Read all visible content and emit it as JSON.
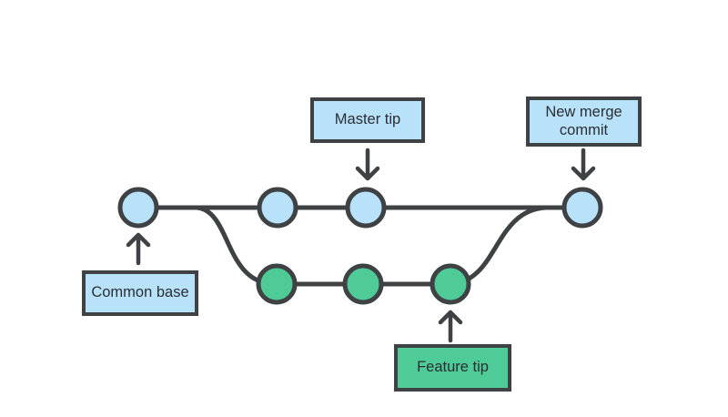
{
  "labels": {
    "master_tip": "Master tip",
    "new_merge_commit": "New merge commit",
    "common_base": "Common base",
    "feature_tip": "Feature tip"
  },
  "colors": {
    "background": "#ffffff",
    "stroke": "#3f4245",
    "master_commit_fill": "#b8e2fa",
    "feature_commit_fill": "#4ecb96",
    "label_text": "#2b2e33"
  },
  "graph": {
    "type": "git-branch-merge-diagram",
    "branches": [
      {
        "name": "master",
        "commit_count": 4,
        "node_color": "#b8e2fa"
      },
      {
        "name": "feature",
        "commit_count": 3,
        "node_color": "#4ecb96"
      }
    ],
    "annotations": [
      {
        "label": "Common base",
        "points_to": "master-commit-1",
        "arrow_direction": "up"
      },
      {
        "label": "Master tip",
        "points_to": "master-commit-3",
        "arrow_direction": "down"
      },
      {
        "label": "New merge commit",
        "points_to": "master-commit-4",
        "arrow_direction": "down"
      },
      {
        "label": "Feature tip",
        "points_to": "feature-commit-3",
        "arrow_direction": "up"
      }
    ]
  }
}
